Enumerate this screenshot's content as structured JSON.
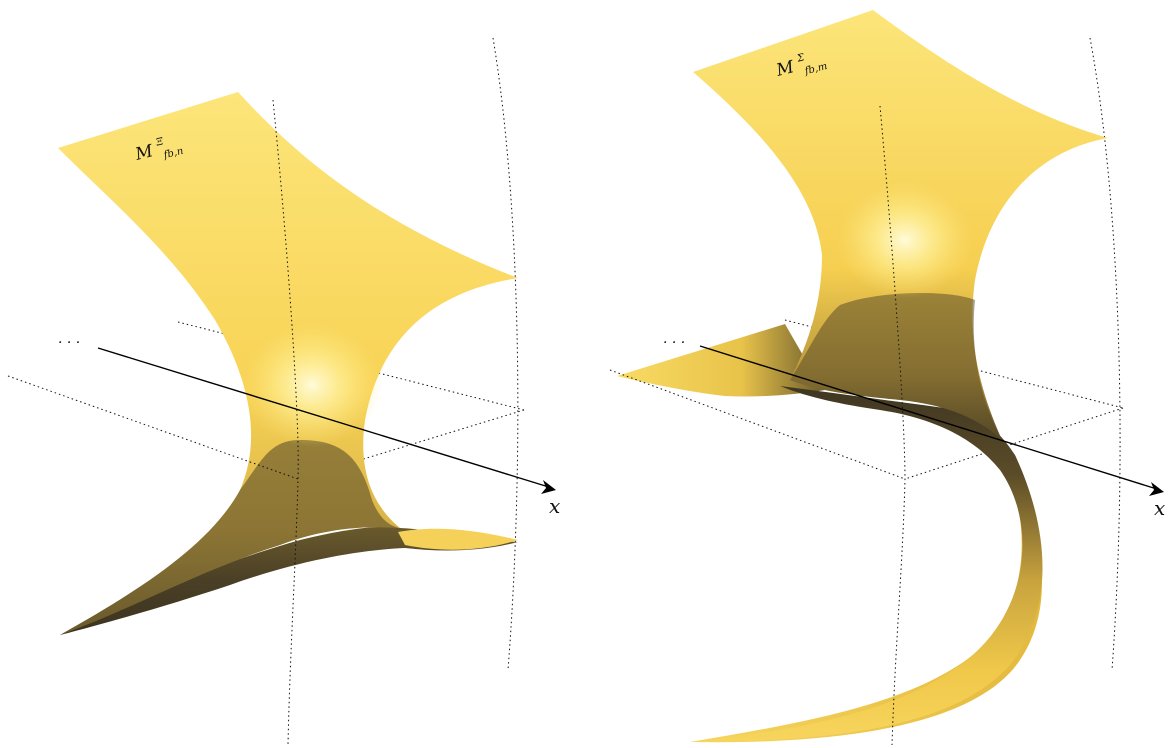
{
  "panels": [
    {
      "surface_label": "M",
      "surface_sup": "Ξ",
      "surface_sub": "fb,n",
      "axis_label": "x",
      "ellipsis": "· · ·"
    },
    {
      "surface_label": "M",
      "surface_sup": "Σ",
      "surface_sub": "fb,m",
      "axis_label": "x",
      "ellipsis": "· · ·"
    }
  ],
  "colors": {
    "surface_light": "#fce57a",
    "surface_mid": "#f3c43f",
    "surface_dark": "#4a3f26",
    "highlight": "#fffbd8"
  }
}
